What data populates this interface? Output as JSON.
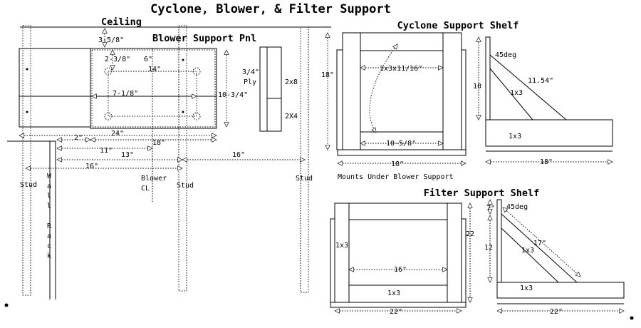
{
  "title": "Cyclone, Blower, & Filter Support",
  "labels": {
    "ceiling": "Ceiling",
    "blower_panel": "Blower Support Pnl",
    "cyclone_shelf": "Cyclone Support Shelf",
    "filter_shelf": "Filter Support Shelf",
    "mounts_note": "Mounts Under Blower Support",
    "stud": "Stud",
    "blower_cl_1": "Blower",
    "blower_cl_2": "CL",
    "wall_rack": [
      "W",
      "a",
      "l",
      "l",
      "R",
      "a",
      "c",
      "k"
    ],
    "ply_1": "3/4\"",
    "ply_2": "Ply",
    "lumber_2x8": "2x8",
    "lumber_2x4": "2X4",
    "lumber_1x3": "1x3",
    "angle": "45deg"
  },
  "dims": {
    "d_3_5_8": "3-5/8\"",
    "d_2_3_8": "2-3/8\"",
    "d_6": "6\"",
    "d_14": "14\"",
    "d_7_1_8": "7-1/8\"",
    "d_10_3_4": "10-3/4\"",
    "d_24": "24\"",
    "d_2": "2\"",
    "d_18": "18\"",
    "d_11": "11\"",
    "d_13": "13\"",
    "d_16": "16\"",
    "d_1x3x11": "1x3x11/16\"",
    "d_10_5_8": "10-5/8\"",
    "d_10": "10",
    "d_11_54": "11.54\"",
    "d_7": "7\"",
    "d_12": "12",
    "d_22": "22",
    "d_22in": "22\"",
    "d_17": "17\""
  }
}
